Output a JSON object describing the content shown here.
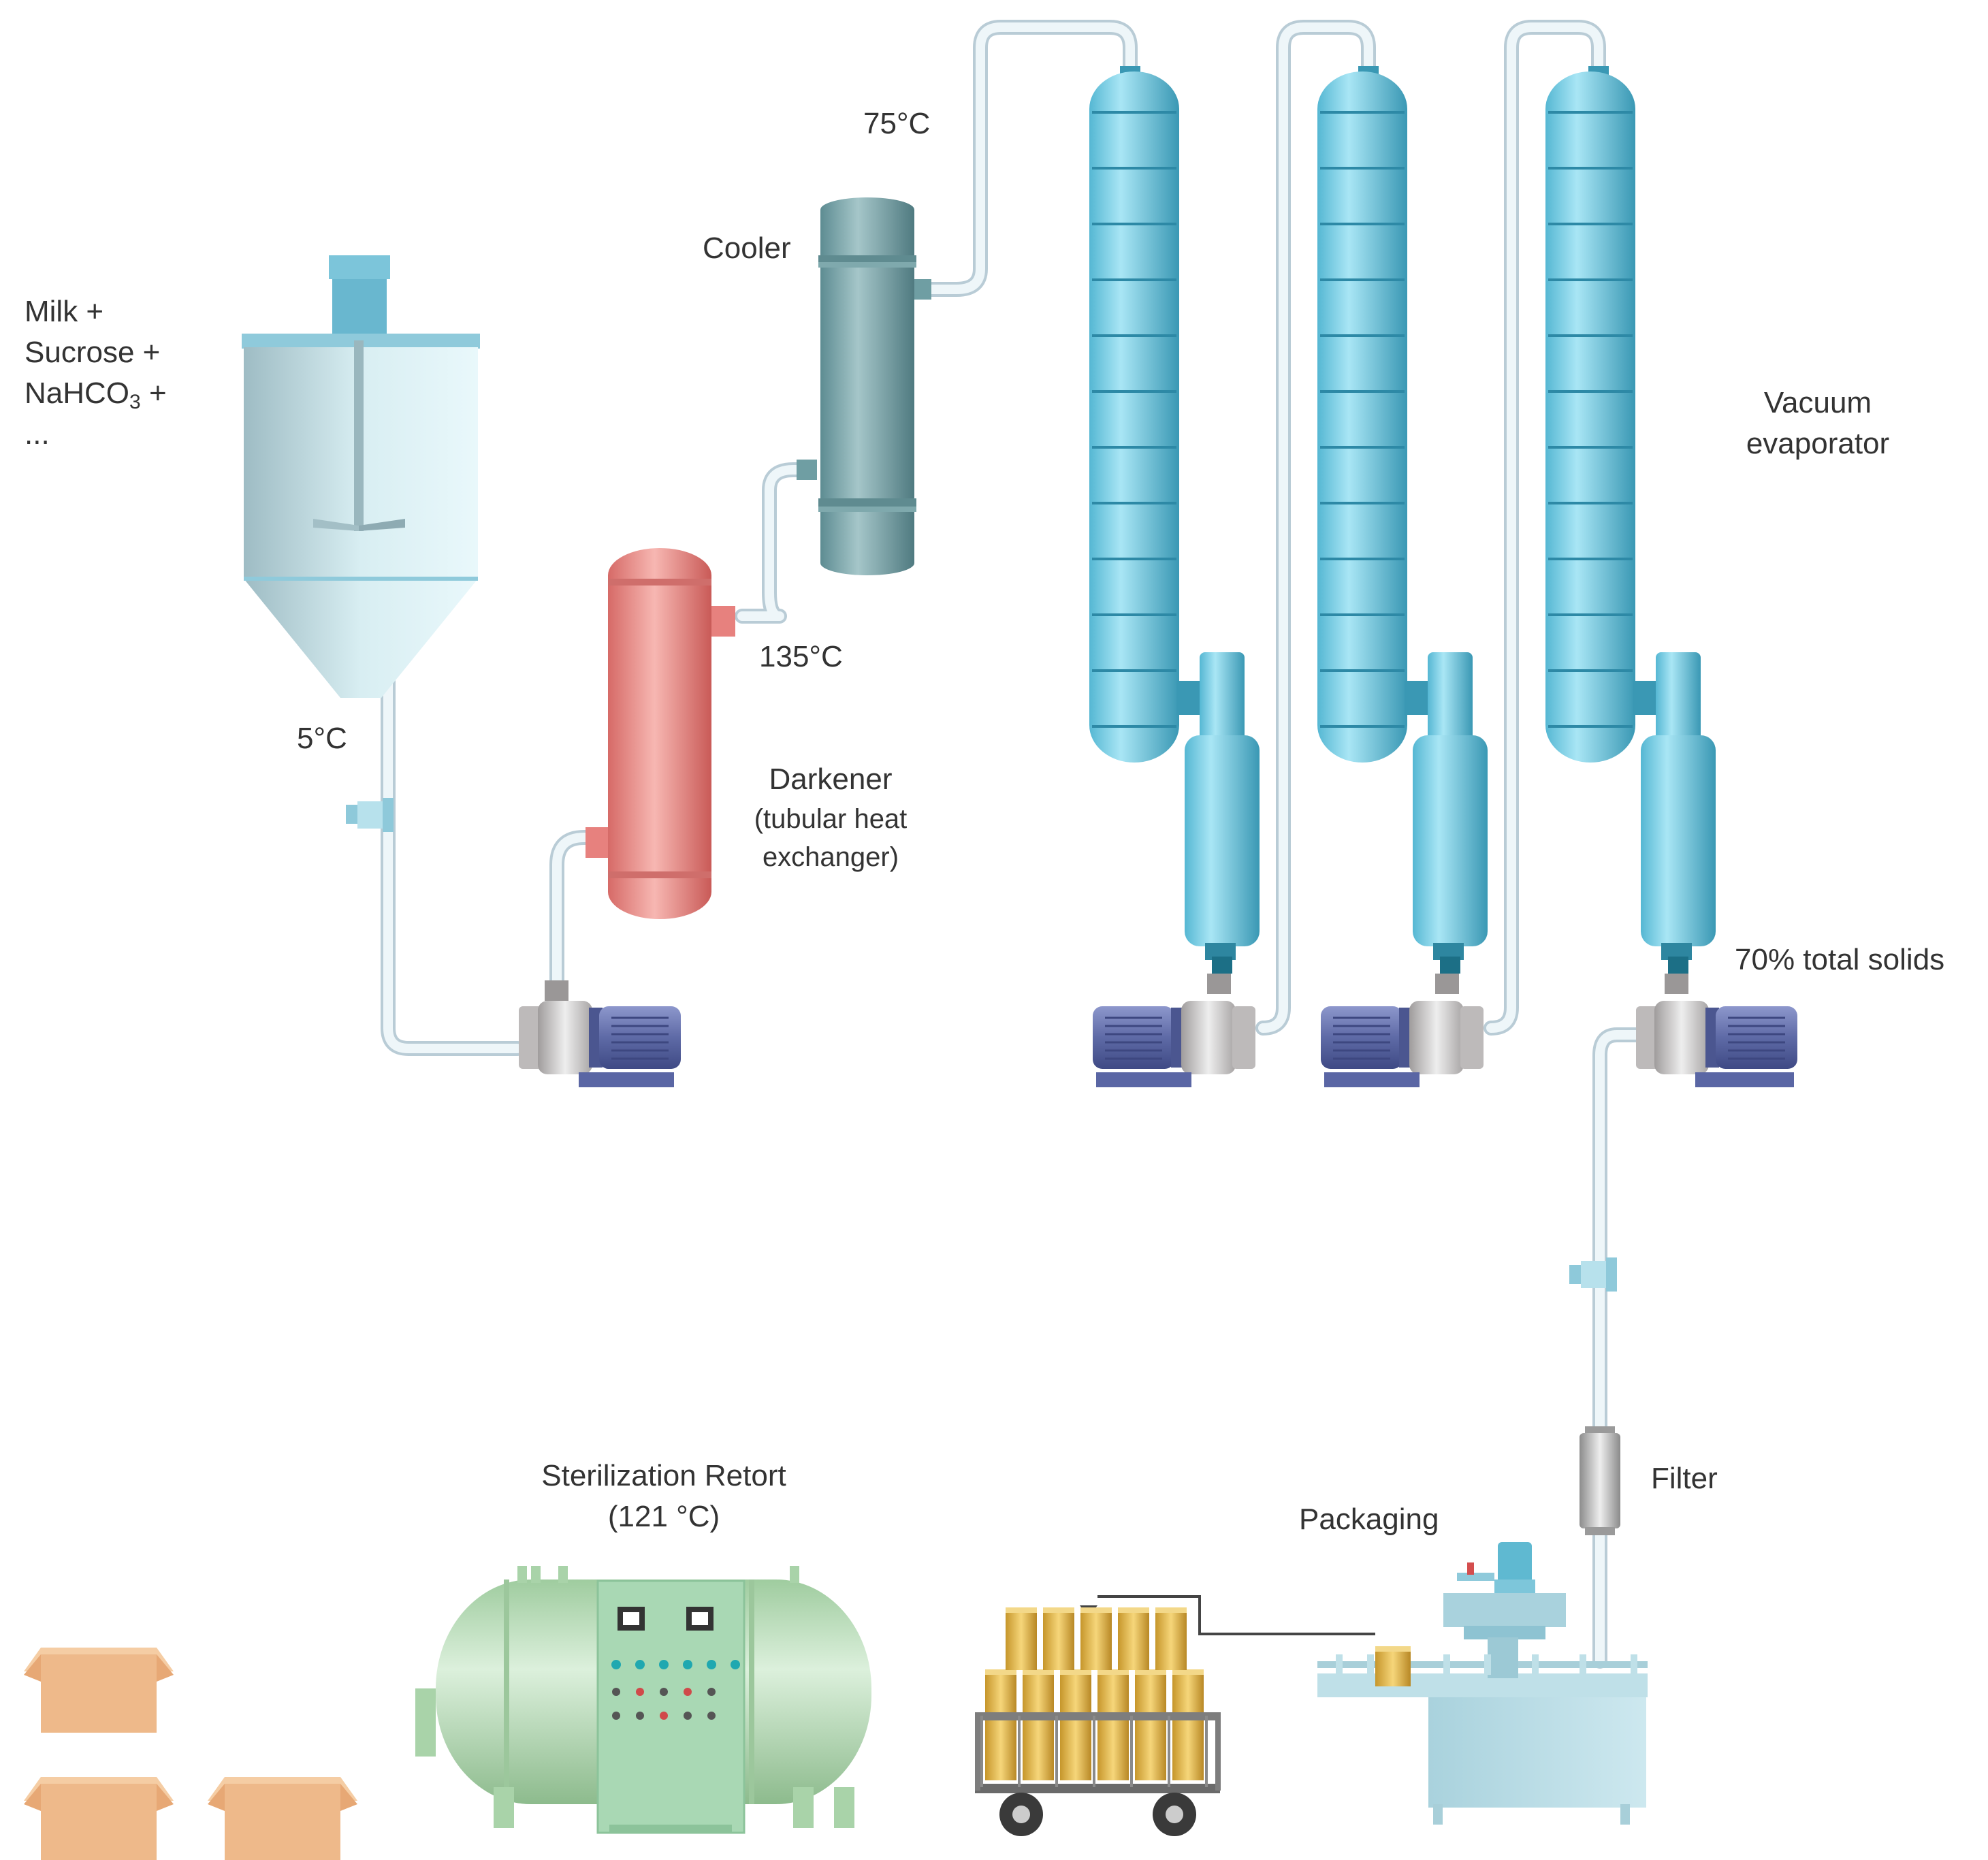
{
  "colors": {
    "pipe": "#e3eef3",
    "pipe_outline": "#b9ccd6",
    "evaporator": "#5fc2dc",
    "darkener": "#e7817e",
    "cooler": "#6f9ea3",
    "mix_tank": "#cfe4ea",
    "motor": "#6d79b3",
    "pump_housing": "#c9c6c6",
    "retort": "#b7dcb7",
    "box": "#f0b888",
    "can": "#e2b54c",
    "text": "#333333"
  },
  "icons": [
    "mixing-tank-icon",
    "agitator-icon",
    "valve-icon",
    "pump-icon",
    "motor-icon",
    "heat-exchanger-icon",
    "cooler-icon",
    "evaporator-icon",
    "separator-icon",
    "filter-icon",
    "filling-machine-icon",
    "can-icon",
    "cart-icon",
    "retort-icon",
    "control-panel-icon",
    "box-icon"
  ],
  "labels": {
    "feed": {
      "line1": "Milk +",
      "line2": "Sucrose +",
      "line3_pre": "NaHCO",
      "line3_sub": "3",
      "line3_post": " +",
      "line4": "..."
    },
    "temp_5": "5°C",
    "temp_75": "75°C",
    "temp_135": "135°C",
    "cooler": "Cooler",
    "darkener": "Darkener",
    "darkener_sub1": "(tubular heat",
    "darkener_sub2": "exchanger)",
    "evaporator_1": "Vacuum",
    "evaporator_2": "evaporator",
    "solids": "70% total solids",
    "filter": "Filter",
    "packaging": "Packaging",
    "retort_1": "Sterilization Retort",
    "retort_2": "(121 °C)"
  }
}
